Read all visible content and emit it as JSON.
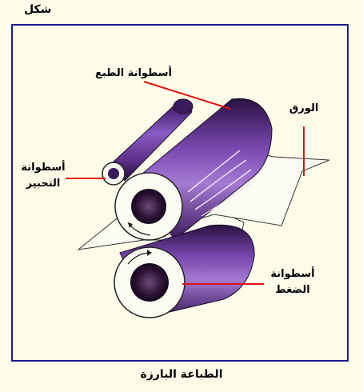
{
  "figure_label": "شكل",
  "caption": "الطباعة البارزة",
  "labels": {
    "print_cylinder": "أسطوانة الطبع",
    "paper": "الورق",
    "ink_cylinder_line1": "أسطوانة",
    "ink_cylinder_line2": "التحبير",
    "pressure_cylinder_line1": "أسطوانة",
    "pressure_cylinder_line2": "الضغط"
  },
  "colors": {
    "frame": "#1a1a8c",
    "leader_lines": "#e01010",
    "cylinder": "#5a2d86",
    "background": "#fdfce9"
  }
}
